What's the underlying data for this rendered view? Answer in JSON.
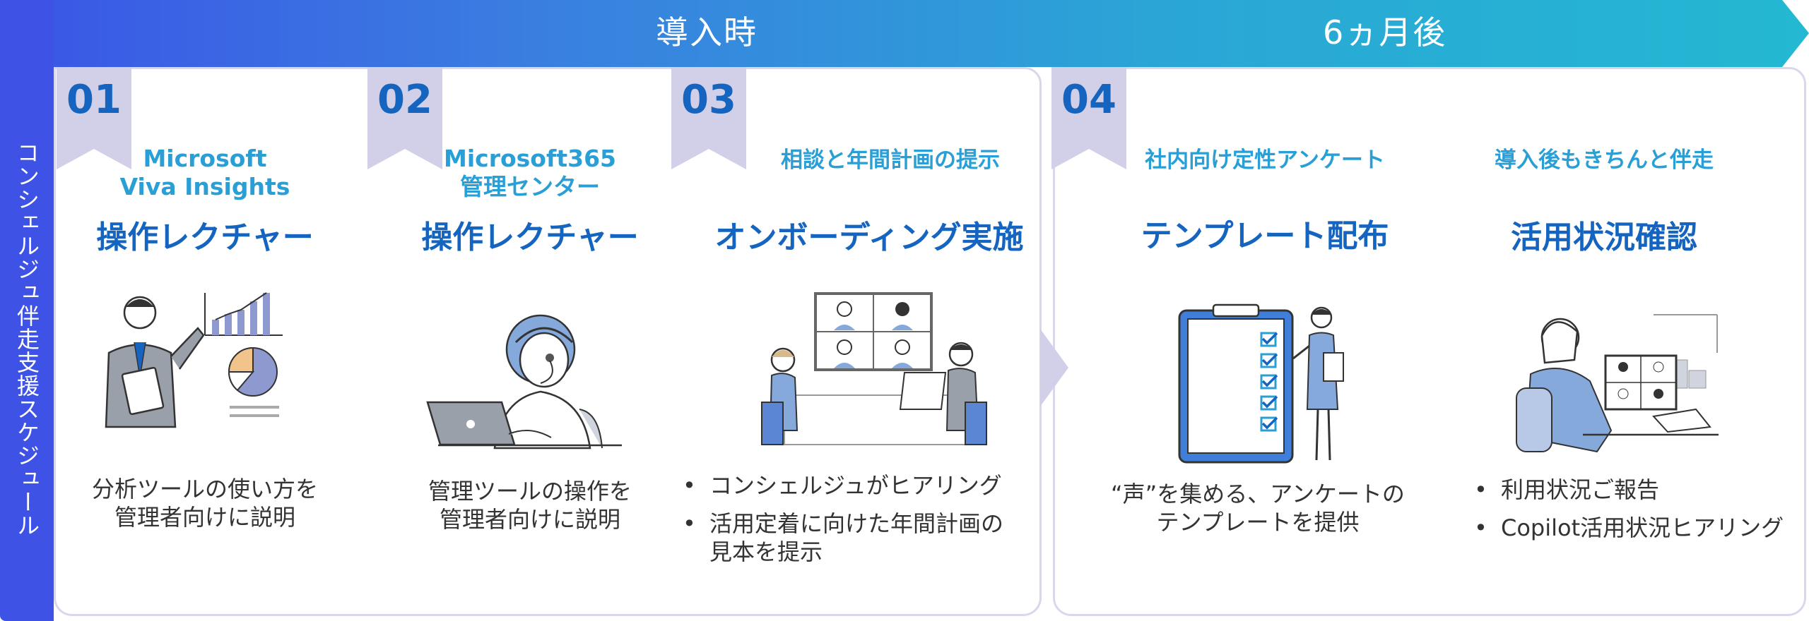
{
  "banner": {
    "phase_start": "導入時",
    "phase_later": "6ヵ月後",
    "colors": {
      "start": "#3a55e6",
      "end": "#24b8d2"
    }
  },
  "sidebar": {
    "label": "コンシェルジュ伴走支援スケジュール",
    "color": "#3e52e6"
  },
  "steps": [
    {
      "num": "01",
      "sub_line1": "Microsoft",
      "sub_line2": "Viva Insights",
      "title": "操作レクチャー",
      "desc_line1": "分析ツールの使い方を",
      "desc_line2": "管理者向けに説明",
      "illustration": "presenter-with-charts"
    },
    {
      "num": "02",
      "sub_line1": "Microsoft365",
      "sub_line2": "管理センター",
      "title": "操作レクチャー",
      "desc_line1": "管理ツールの操作を",
      "desc_line2": "管理者向けに説明",
      "illustration": "headset-operator-laptop"
    },
    {
      "num": "03",
      "sub_line1": "相談と年間計画の提示",
      "title": "オンボーディング実施",
      "bullets": [
        "コンシェルジュがヒアリング",
        "活用定着に向けた年間計画の",
        "見本を提示"
      ],
      "illustration": "video-meeting-room"
    },
    {
      "num": "04",
      "sub_line1": "社内向け定性アンケート",
      "title": "テンプレート配布",
      "desc_line1": "“声”を集める、アンケートの",
      "desc_line2": "テンプレートを提供",
      "illustration": "checklist-presenter"
    },
    {
      "sub_line1": "導入後もきちんと伴走",
      "title": "活用状況確認",
      "bullets": [
        "利用状況ご報告",
        "Copilot活用状況ヒアリング"
      ],
      "illustration": "remote-worker-video-call"
    }
  ],
  "colors": {
    "number": "#1565c0",
    "subtitle": "#2a9fd6",
    "title": "#1565c0",
    "ribbon": "#d1d0e8",
    "border": "#d8d8ec"
  }
}
